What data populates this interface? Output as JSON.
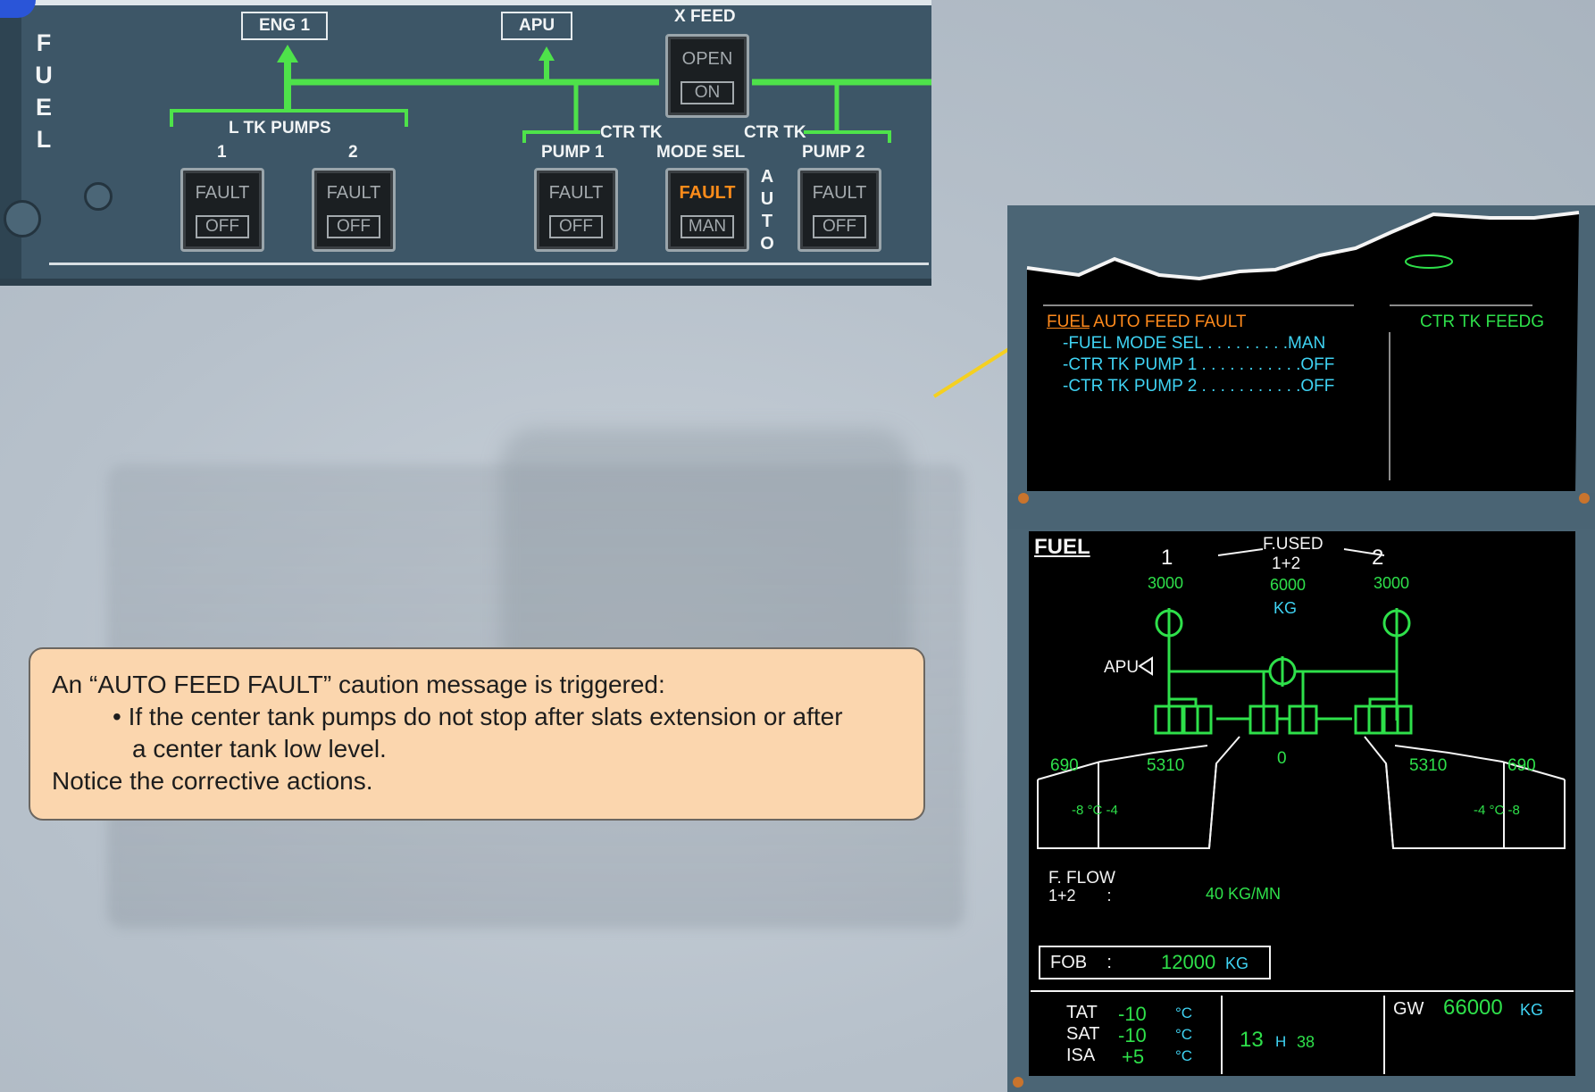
{
  "overhead": {
    "vertical_label": [
      "F",
      "U",
      "E",
      "L"
    ],
    "eng1": "ENG 1",
    "apu": "APU",
    "xfeed": "X FEED",
    "l_tk_pumps": "L TK PUMPS",
    "pump_num_1": "1",
    "pump_num_2": "2",
    "ctr_tk_left": "CTR TK",
    "ctr_tk_right": "CTR TK",
    "pump1": "PUMP 1",
    "mode_sel": "MODE SEL",
    "pump2": "PUMP 2",
    "auto_vertical": [
      "A",
      "U",
      "T",
      "O"
    ],
    "buttons": {
      "xfeed": {
        "upper": "OPEN",
        "lower": "ON"
      },
      "ltk1": {
        "upper": "FAULT",
        "lower": "OFF"
      },
      "ltk2": {
        "upper": "FAULT",
        "lower": "OFF"
      },
      "ctr1": {
        "upper": "FAULT",
        "lower": "OFF"
      },
      "mode": {
        "upper": "FAULT",
        "lower": "MAN"
      },
      "ctr2": {
        "upper": "FAULT",
        "lower": "OFF"
      }
    },
    "colors": {
      "feed_line": "#4ee24a",
      "fault_amber": "#ff8c1a"
    }
  },
  "info_box": {
    "line1": "An “AUTO FEED FAULT” caution message is triggered:",
    "line2": "• If the center tank pumps do not stop after slats extension or after",
    "line3": "a center tank low level.",
    "line4": "Notice the corrective actions."
  },
  "ewd": {
    "caution_title_prefix": "FUEL",
    "caution_title_rest": " AUTO FEED FAULT",
    "actions": [
      "-FUEL MODE SEL . . . . . . . . .MAN",
      "-CTR TK PUMP 1 . . . . . . . . . . .OFF",
      "-CTR TK PUMP 2 . . . . . . . . . . .OFF"
    ],
    "memo": "CTR TK FEEDG"
  },
  "sd": {
    "title": "FUEL",
    "eng1": "1",
    "eng2": "2",
    "fused_label": "F.USED",
    "fused_sum_label": "1+2",
    "fused_1": "3000",
    "fused_total": "6000",
    "fused_2": "3000",
    "fused_unit": "KG",
    "apu_label": "APU",
    "tanks": {
      "outer_left": "690",
      "inner_left": "5310",
      "center": "0",
      "inner_right": "5310",
      "outer_right": "690"
    },
    "temp_left": "-8 °C -4",
    "temp_right": "-4 °C -8",
    "fflow_label": "F. FLOW",
    "fflow_sub": "1+2       :",
    "fflow_value": "40 KG/MN",
    "fob_label": "FOB    :",
    "fob_value": "12000",
    "fob_unit": "KG",
    "tat_label": "TAT",
    "tat_value": "-10",
    "tat_unit": "°C",
    "sat_label": "SAT",
    "sat_value": "-10",
    "sat_unit": "°C",
    "isa_label": "ISA",
    "isa_value": "+5",
    "isa_unit": "°C",
    "time_h_value": "13",
    "time_h": "H",
    "time_m": "38",
    "gw_label": "GW",
    "gw_value": "66000",
    "gw_unit": "KG"
  }
}
